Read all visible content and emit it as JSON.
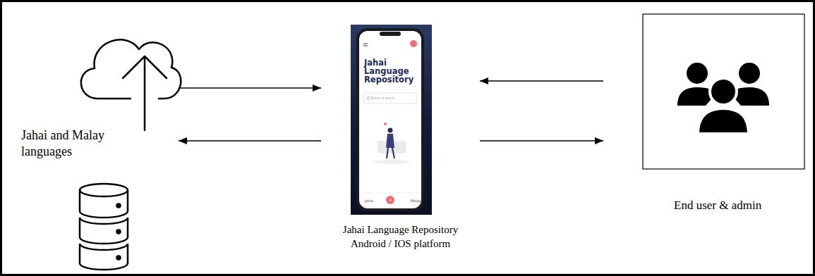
{
  "diagram": {
    "nodes": [
      {
        "text": [
          "Jahai and Malay languages"
        ]
      },
      {
        "text": [
          "Jahai Language Repository",
          "Enter a word...",
          "Jahai",
          "Malay",
          "Jahai Language Repository Android / IOS platform"
        ]
      },
      {
        "text": [
          "End user & admin"
        ]
      }
    ],
    "edges": [
      {
        "from": 0,
        "to": 1,
        "arrow": "to"
      },
      {
        "from": 1,
        "to": 0,
        "arrow": "to"
      },
      {
        "from": 2,
        "to": 1,
        "arrow": "to"
      },
      {
        "from": 1,
        "to": 2,
        "arrow": "to"
      }
    ]
  }
}
